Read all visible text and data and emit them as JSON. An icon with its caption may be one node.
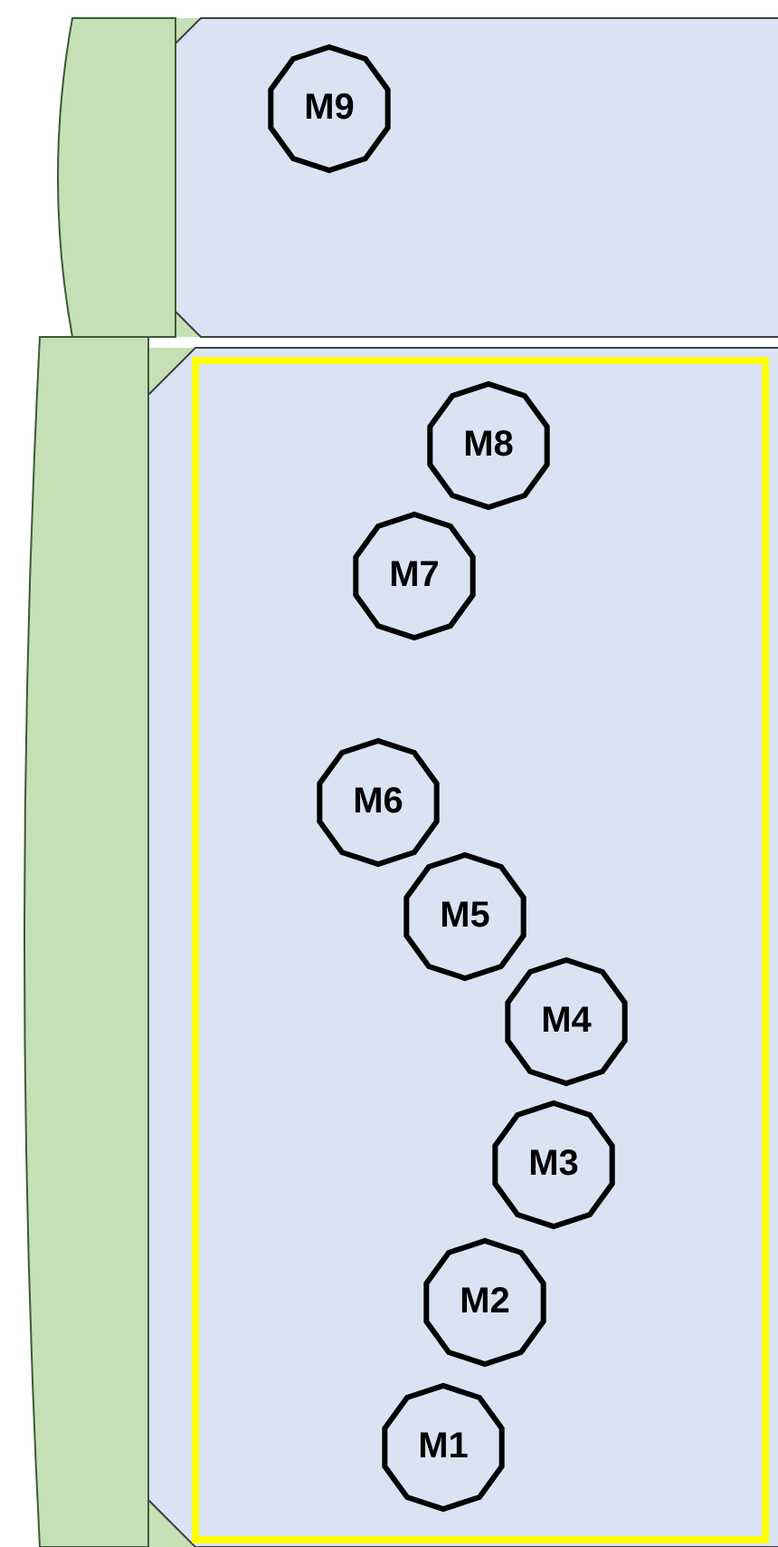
{
  "diagram": {
    "nodes": [
      {
        "text": [],
        "shape": "box"
      },
      {
        "text": [
          "M9"
        ],
        "in": 0
      },
      {
        "text": [],
        "shape": "box"
      },
      {
        "text": [
          "M8"
        ],
        "in": 2
      },
      {
        "text": [
          "M7"
        ],
        "in": 2
      },
      {
        "text": [
          "M6"
        ],
        "in": 2
      },
      {
        "text": [
          "M5"
        ],
        "in": 2
      },
      {
        "text": [
          "M4"
        ],
        "in": 2
      },
      {
        "text": [
          "M3"
        ],
        "in": 2
      },
      {
        "text": [
          "M2"
        ],
        "in": 2
      },
      {
        "text": [
          "M1"
        ],
        "in": 2
      },
      {
        "text": [],
        "shape": "band"
      },
      {
        "text": [],
        "shape": "band"
      }
    ]
  }
}
